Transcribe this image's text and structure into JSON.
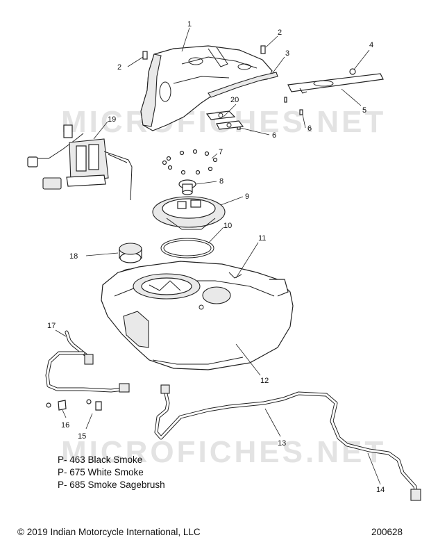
{
  "watermark": "MICROFICHES.NET",
  "callouts": [
    {
      "id": "c1",
      "label": "1"
    },
    {
      "id": "c2a",
      "label": "2"
    },
    {
      "id": "c2b",
      "label": "2"
    },
    {
      "id": "c3",
      "label": "3"
    },
    {
      "id": "c4",
      "label": "4"
    },
    {
      "id": "c5",
      "label": "5"
    },
    {
      "id": "c6a",
      "label": "6"
    },
    {
      "id": "c6b",
      "label": "6"
    },
    {
      "id": "c7",
      "label": "7"
    },
    {
      "id": "c8",
      "label": "8"
    },
    {
      "id": "c9",
      "label": "9"
    },
    {
      "id": "c10",
      "label": "10"
    },
    {
      "id": "c11",
      "label": "11"
    },
    {
      "id": "c12",
      "label": "12"
    },
    {
      "id": "c13",
      "label": "13"
    },
    {
      "id": "c14",
      "label": "14"
    },
    {
      "id": "c15",
      "label": "15"
    },
    {
      "id": "c16",
      "label": "16"
    },
    {
      "id": "c17",
      "label": "17"
    },
    {
      "id": "c18",
      "label": "18"
    },
    {
      "id": "c19",
      "label": "19"
    },
    {
      "id": "c20",
      "label": "20"
    }
  ],
  "legend": [
    "P- 463 Black Smoke",
    "P- 675 White Smoke",
    "P- 685 Smoke Sagebrush"
  ],
  "footer": {
    "copyright": "© 2019 Indian Motorcycle International, LLC",
    "doc_number": "200628"
  }
}
